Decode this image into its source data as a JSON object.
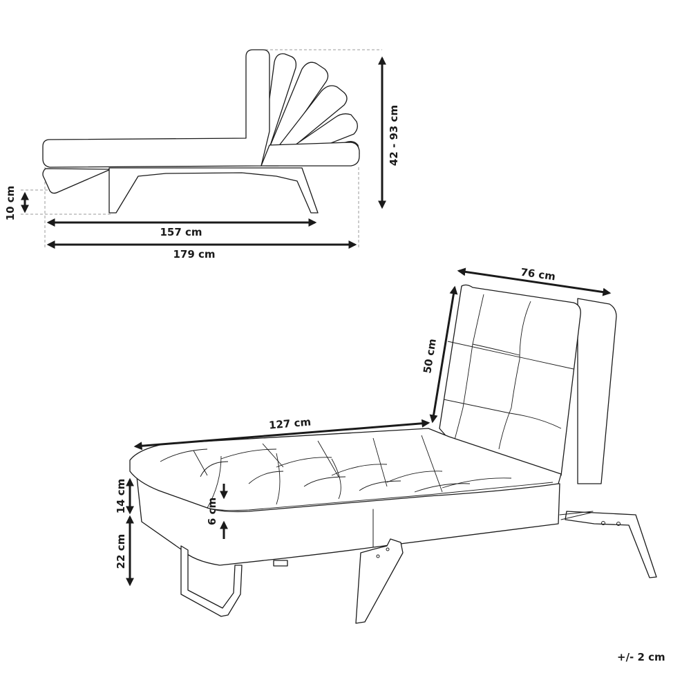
{
  "side_view": {
    "dimensions": {
      "height_range": "42 - 93 cm",
      "leg_clearance": "10 cm",
      "frame_length": "157 cm",
      "total_length": "179 cm"
    }
  },
  "perspective_view": {
    "dimensions": {
      "width": "76 cm",
      "backrest_height": "50 cm",
      "seat_length": "127 cm",
      "seat_height": "14 cm",
      "cushion_thickness": "6 cm",
      "base_height": "22 cm"
    }
  },
  "tolerance": "+/- 2 cm",
  "colors": {
    "line": "#1a1a1a",
    "dashed_guide": "#9a9a9a",
    "background": "#ffffff"
  }
}
